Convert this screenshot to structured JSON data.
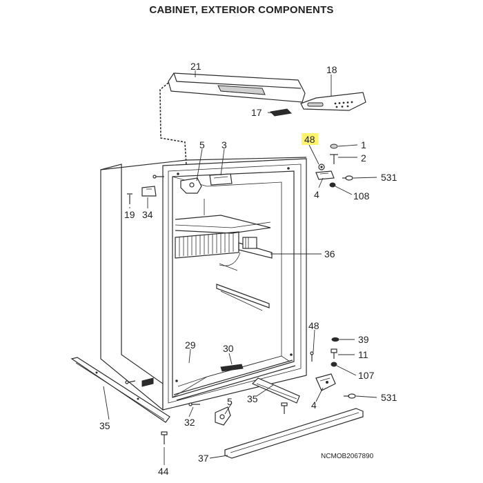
{
  "title": "CABINET, EXTERIOR COMPONENTS",
  "drawing_code": "NCMOB2067890",
  "callouts": {
    "c1": "1",
    "c2": "2",
    "c3": "3",
    "c4a": "4",
    "c4b": "4",
    "c5a": "5",
    "c5b": "5",
    "c11": "11",
    "c17": "17",
    "c18": "18",
    "c19": "19",
    "c21": "21",
    "c29": "29",
    "c30": "30",
    "c32": "32",
    "c34": "34",
    "c35a": "35",
    "c35b": "35",
    "c36": "36",
    "c37": "37",
    "c39": "39",
    "c44": "44",
    "c48a": "48",
    "c48b": "48",
    "c107": "107",
    "c108": "108",
    "c531a": "531",
    "c531b": "531"
  },
  "highlight_color": "#fff46b"
}
